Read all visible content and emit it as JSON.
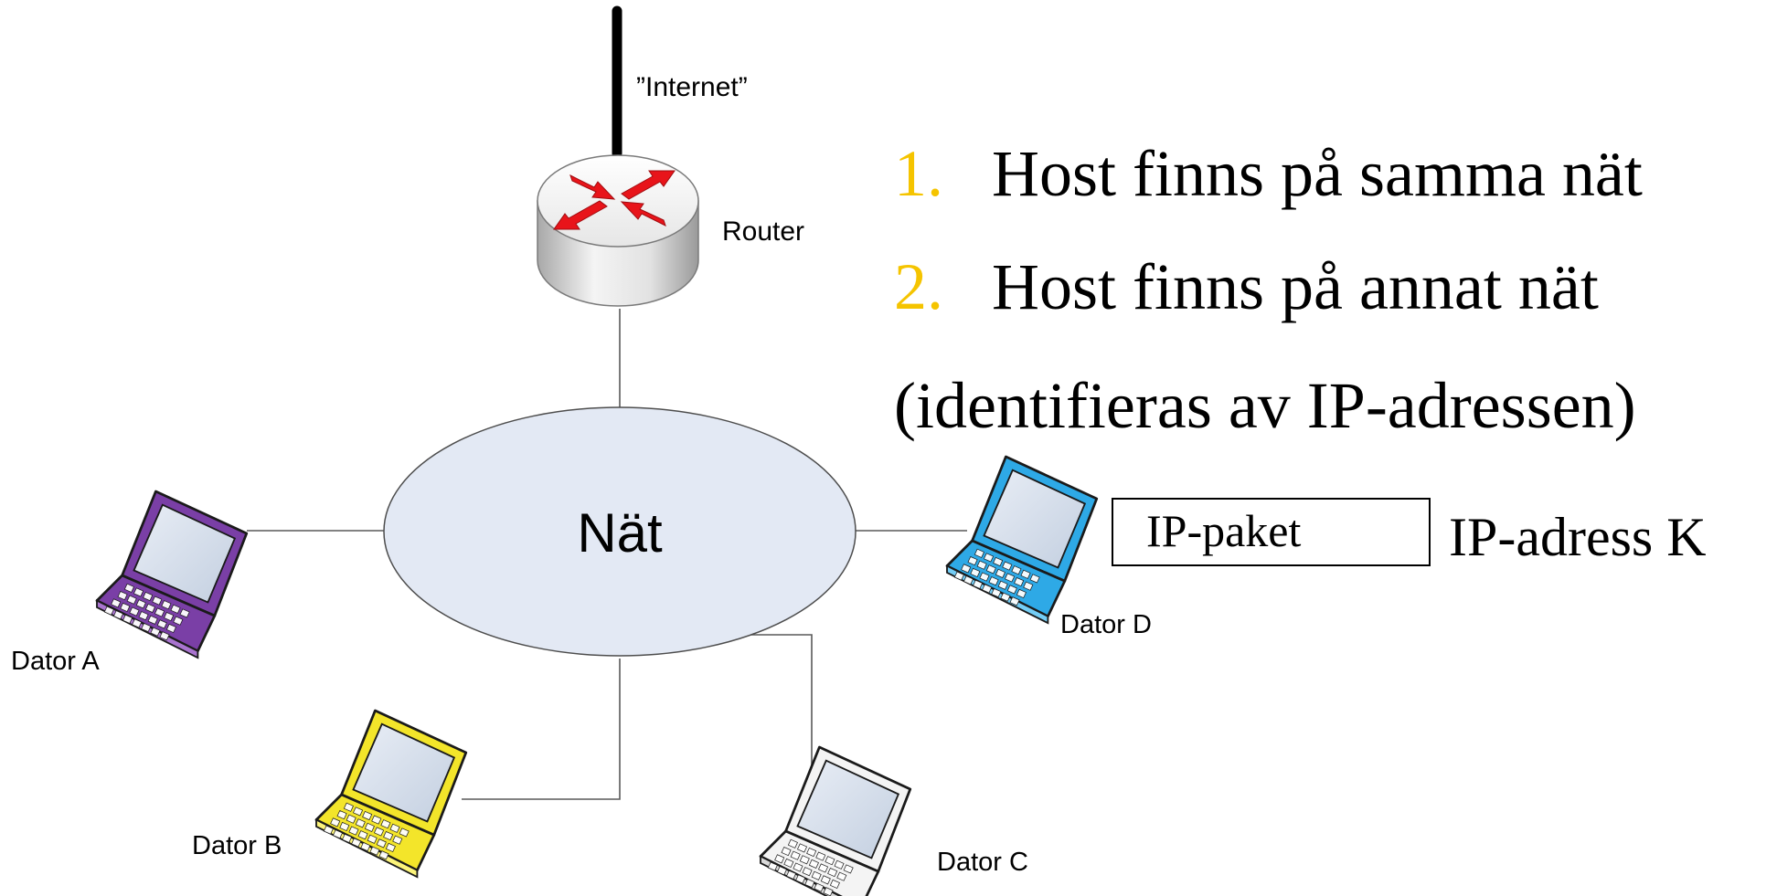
{
  "diagram": {
    "internet_label": "”Internet”",
    "router_label": "Router",
    "network_label": "Nät",
    "computers": {
      "a": {
        "label": "Dator A",
        "color": "#7a3fa6",
        "accent": "#a974cf"
      },
      "b": {
        "label": "Dator B",
        "color": "#f3e52a",
        "accent": "#fbf37a"
      },
      "c": {
        "label": "Dator C",
        "color": "#f4f4f4",
        "accent": "#d9d9d9"
      },
      "d": {
        "label": "Dator D",
        "color": "#2ea9e6",
        "accent": "#74cdf5"
      }
    },
    "packet_label": "IP-paket",
    "address_label": "IP-adress K"
  },
  "list": {
    "items": [
      {
        "number": "1.",
        "text": "Host finns på samma nät"
      },
      {
        "number": "2.",
        "text": "Host finns på annat nät"
      }
    ],
    "note": "(identifieras av IP-adressen)"
  },
  "colors": {
    "number": "#f5c400",
    "cloud_fill": "#e3e9f4",
    "router_arrows": "#e8141a",
    "line": "#595959"
  }
}
